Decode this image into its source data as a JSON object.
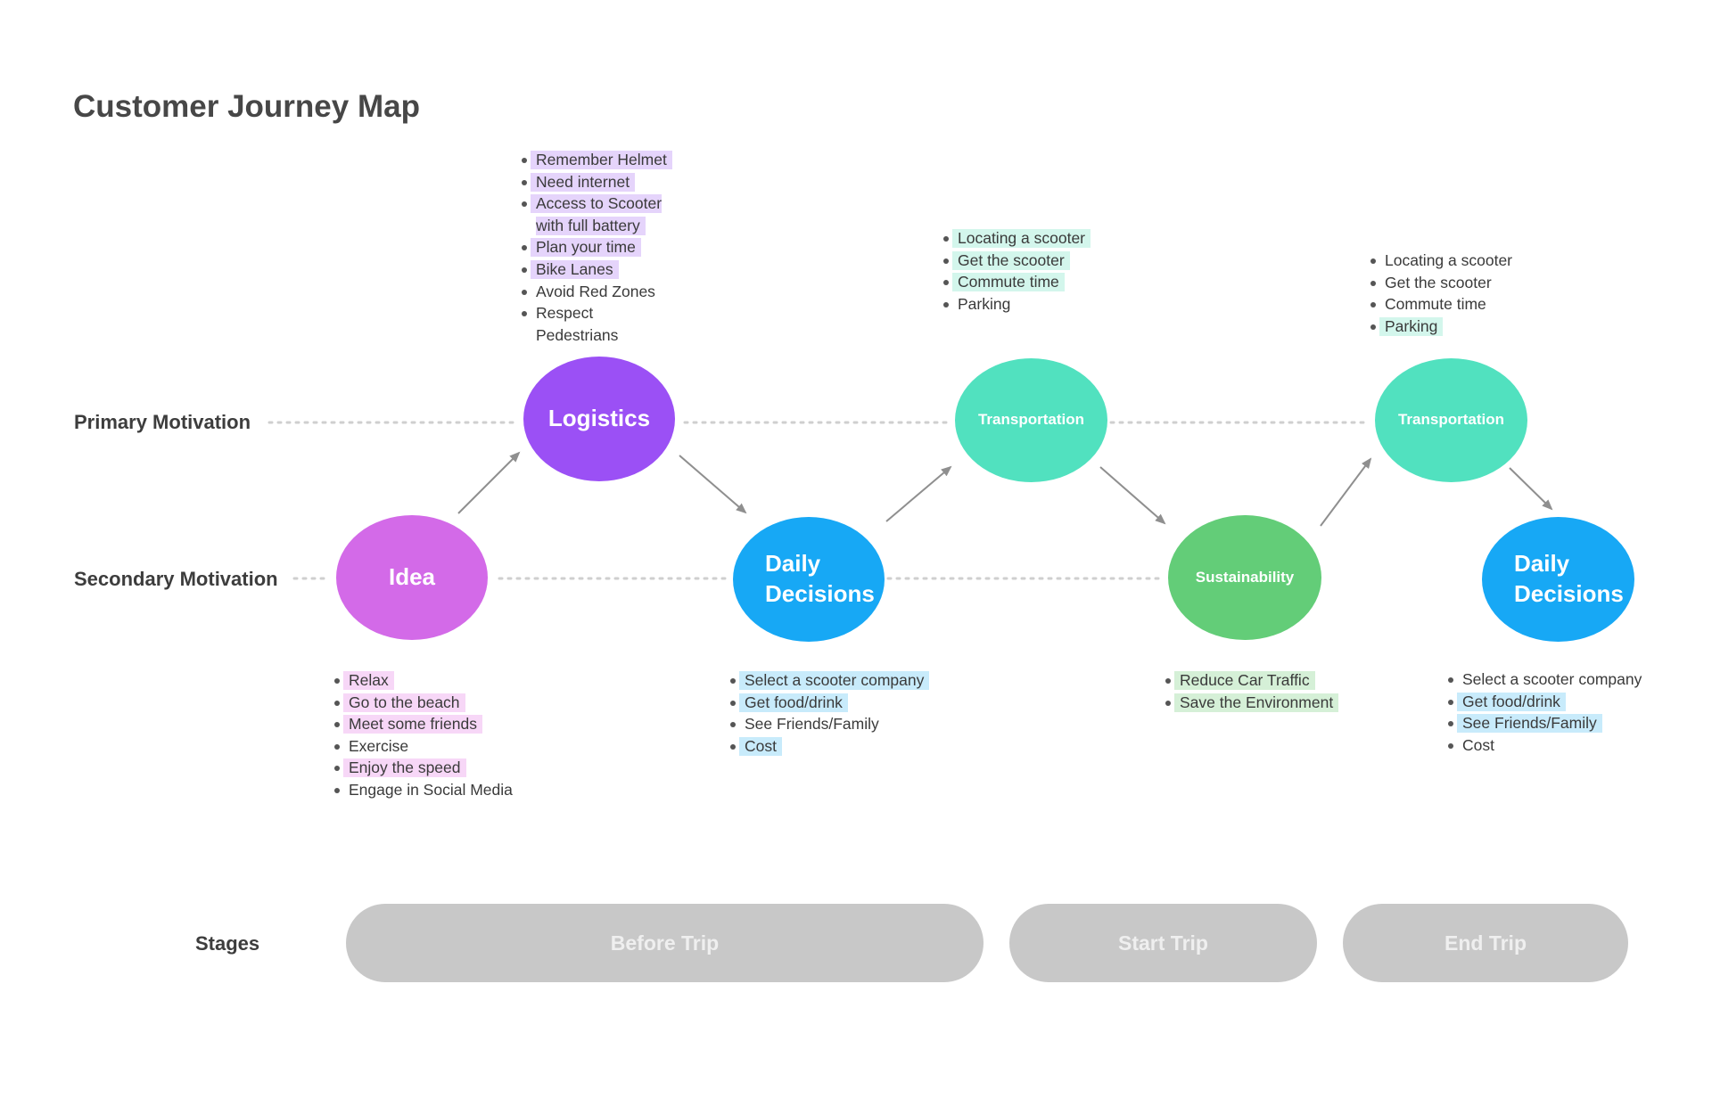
{
  "title": "Customer Journey Map",
  "row_labels": {
    "primary": "Primary Motivation",
    "secondary": "Secondary Motivation",
    "stages": "Stages"
  },
  "colors": {
    "idea": "#d36ae8",
    "logistics": "#9b50f5",
    "daily_decisions": "#17a8f5",
    "transportation": "#51e1bf",
    "sustainability": "#63cd78",
    "stage_pill": "#c8c8c8",
    "arrow": "#8f8f8f",
    "dotted_line": "#cfcfcf",
    "hl_pink": "#f7d7f7",
    "hl_purple": "#e5d4fb",
    "hl_mint": "#d3f6ec",
    "hl_blue": "#c8ebfb",
    "hl_green": "#d5f0d7"
  },
  "nodes": {
    "idea": "Idea",
    "logistics": "Logistics",
    "daily_decisions_1": "Daily\nDecisions",
    "transportation_1": "Transportation",
    "sustainability": "Sustainability",
    "transportation_2": "Transportation",
    "daily_decisions_2": "Daily\nDecisions"
  },
  "notes": {
    "idea": [
      {
        "text": "Relax",
        "highlight": "hl_pink"
      },
      {
        "text": "Go to the beach",
        "highlight": "hl_pink"
      },
      {
        "text": "Meet some friends",
        "highlight": "hl_pink"
      },
      {
        "text": "Exercise",
        "highlight": ""
      },
      {
        "text": "Enjoy the speed",
        "highlight": "hl_pink"
      },
      {
        "text": "Engage in Social Media",
        "highlight": ""
      }
    ],
    "logistics": [
      {
        "text": "Remember Helmet",
        "highlight": "hl_purple"
      },
      {
        "text": "Need internet",
        "highlight": "hl_purple"
      },
      {
        "text": "Access to Scooter with full battery",
        "highlight": "hl_purple"
      },
      {
        "text": "Plan your time",
        "highlight": "hl_purple"
      },
      {
        "text": "Bike Lanes",
        "highlight": "hl_purple"
      },
      {
        "text": "Avoid Red Zones",
        "highlight": ""
      },
      {
        "text": "Respect Pedestrians",
        "highlight": ""
      }
    ],
    "daily_decisions_1": [
      {
        "text": "Select a scooter company",
        "highlight": "hl_blue"
      },
      {
        "text": "Get food/drink",
        "highlight": "hl_blue"
      },
      {
        "text": "See Friends/Family",
        "highlight": ""
      },
      {
        "text": "Cost",
        "highlight": "hl_blue"
      }
    ],
    "transportation_1": [
      {
        "text": "Locating a scooter",
        "highlight": "hl_mint"
      },
      {
        "text": "Get the scooter",
        "highlight": "hl_mint"
      },
      {
        "text": "Commute time",
        "highlight": "hl_mint"
      },
      {
        "text": "Parking",
        "highlight": ""
      }
    ],
    "sustainability": [
      {
        "text": "Reduce Car Traffic",
        "highlight": "hl_green"
      },
      {
        "text": "Save the Environment",
        "highlight": "hl_green"
      }
    ],
    "transportation_2": [
      {
        "text": "Locating a scooter",
        "highlight": ""
      },
      {
        "text": "Get the scooter",
        "highlight": ""
      },
      {
        "text": "Commute time",
        "highlight": ""
      },
      {
        "text": "Parking",
        "highlight": "hl_mint"
      }
    ],
    "daily_decisions_2": [
      {
        "text": "Select a scooter company",
        "highlight": ""
      },
      {
        "text": "Get food/drink",
        "highlight": "hl_blue"
      },
      {
        "text": "See Friends/Family",
        "highlight": "hl_blue"
      },
      {
        "text": "Cost",
        "highlight": ""
      }
    ]
  },
  "stages": [
    "Before Trip",
    "Start Trip",
    "End Trip"
  ]
}
